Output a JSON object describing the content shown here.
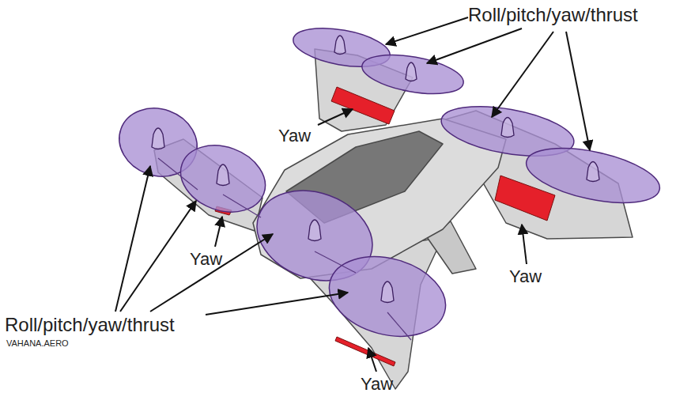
{
  "diagram": {
    "labels": [
      "Roll/pitch/yaw/thrust",
      "Yaw",
      "Yaw",
      "Yaw",
      "Roll/pitch/yaw/thrust",
      "VAHANA.AERO",
      "Yaw"
    ]
  }
}
